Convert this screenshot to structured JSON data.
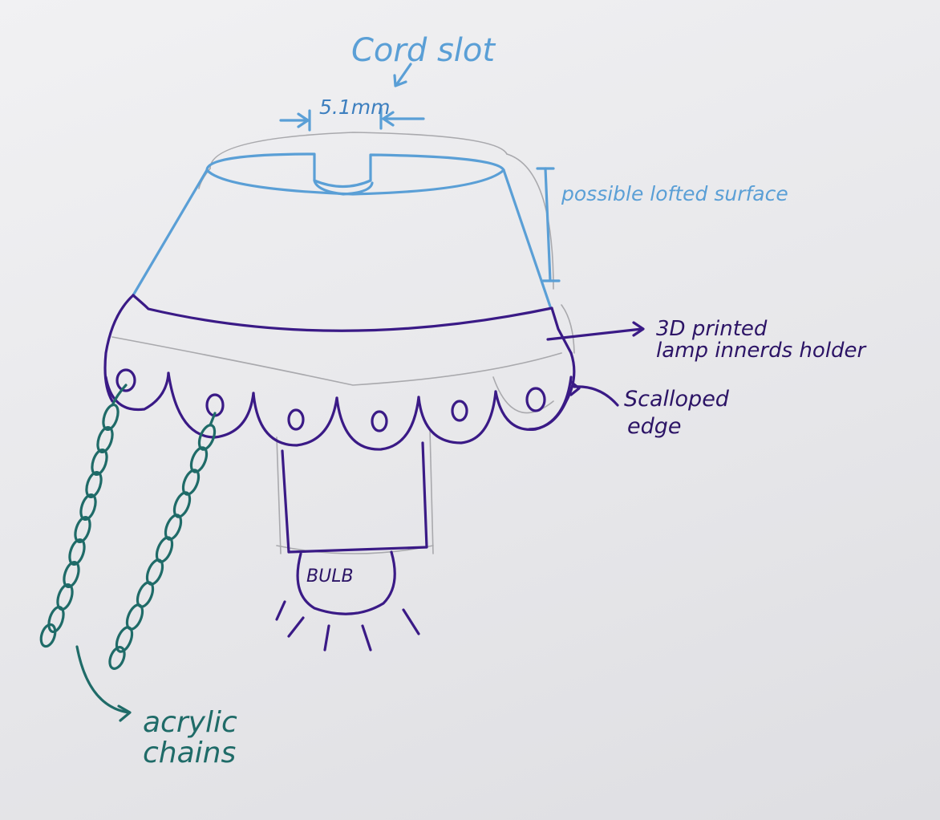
{
  "labels": {
    "cord_slot": "Cord slot",
    "slot_width": "5.1mm",
    "lofted_surface": "possible lofted surface",
    "holder_line1": "3D printed",
    "holder_line2": "lamp innerds holder",
    "scallop_line1": "Scalloped",
    "scallop_line2": "edge",
    "bulb": "BULB",
    "chains_line1": "acrylic",
    "chains_line2": "chains"
  },
  "colors": {
    "paper": "#eeeef0",
    "blue_pen": "#5a9fd6",
    "purple_pen": "#3a1a86",
    "teal_pen": "#1f6b68",
    "pencil": "#a9a9ad"
  }
}
